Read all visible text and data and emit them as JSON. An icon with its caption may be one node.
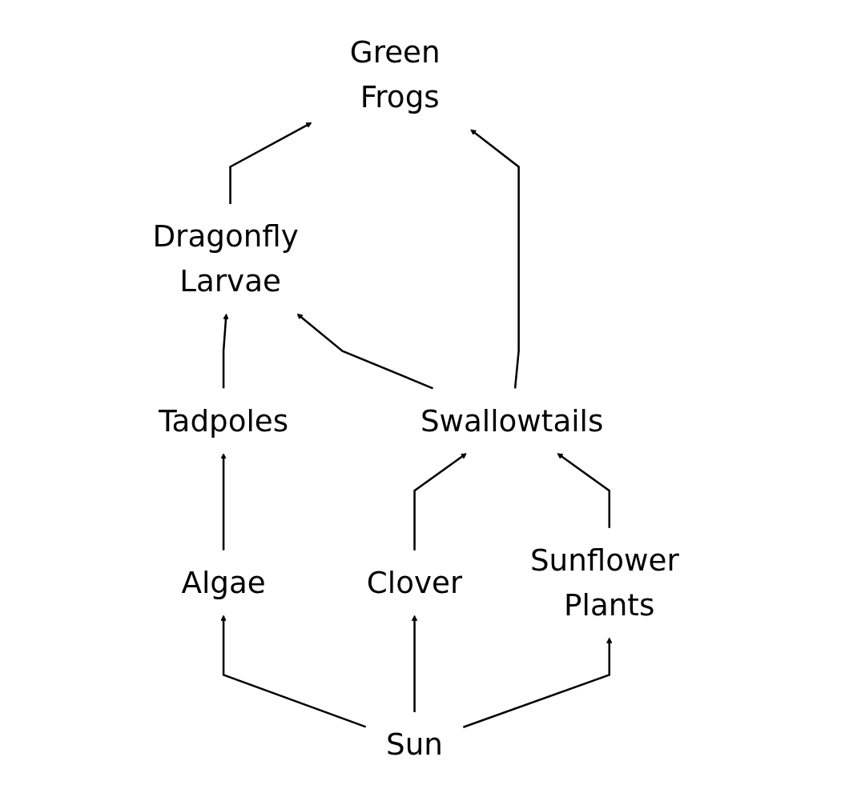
{
  "diagram": {
    "nodes": [
      {
        "text": [
          "Green Frogs"
        ]
      },
      {
        "text": [
          "Dragonfly Larvae"
        ]
      },
      {
        "text": [
          "Tadpoles"
        ]
      },
      {
        "text": [
          "Swallowtails"
        ]
      },
      {
        "text": [
          "Algae"
        ]
      },
      {
        "text": [
          "Clover"
        ]
      },
      {
        "text": [
          "Sunflower Plants"
        ]
      },
      {
        "text": [
          "Sun"
        ]
      }
    ],
    "edges": [
      {
        "from": 1,
        "to": 0,
        "arrow": "to"
      },
      {
        "from": 3,
        "to": 0,
        "arrow": "to"
      },
      {
        "from": 2,
        "to": 1,
        "arrow": "to"
      },
      {
        "from": 3,
        "to": 1,
        "arrow": "to"
      },
      {
        "from": 4,
        "to": 2,
        "arrow": "to"
      },
      {
        "from": 5,
        "to": 3,
        "arrow": "to"
      },
      {
        "from": 6,
        "to": 3,
        "arrow": "to"
      },
      {
        "from": 7,
        "to": 4,
        "arrow": "to"
      },
      {
        "from": 7,
        "to": 5,
        "arrow": "to"
      },
      {
        "from": 7,
        "to": 6,
        "arrow": "to"
      }
    ]
  }
}
